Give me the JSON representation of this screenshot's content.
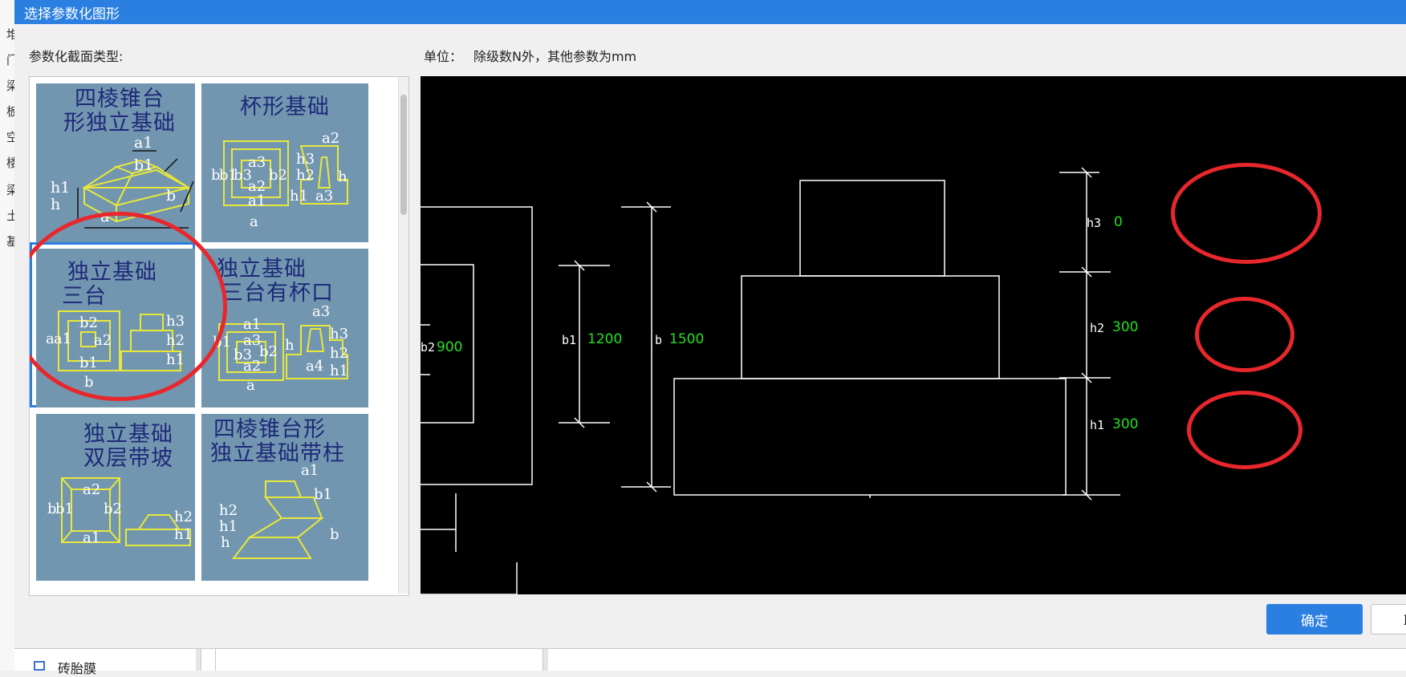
{
  "background": {
    "side_chars": [
      "堆",
      "门",
      "梁",
      "板",
      "空",
      "楼",
      "梁",
      "土",
      "基"
    ],
    "bottom_item": "砖胎膜"
  },
  "dialog": {
    "title": "选择参数化图形",
    "type_label": "参数化截面类型:",
    "unit_label": "单位：",
    "unit_value": "除级数N外，其他参数为mm"
  },
  "thumbnails": [
    {
      "title_line1": "四棱锥台",
      "title_line2": "形独立基础",
      "selected": false
    },
    {
      "title_line1": "杯形基础",
      "title_line2": "",
      "selected": false
    },
    {
      "title_line1": "独立基础",
      "title_line2": "三台",
      "selected": true
    },
    {
      "title_line1": "独立基础",
      "title_line2": "三台有杯口",
      "selected": false
    },
    {
      "title_line1": "独立基础",
      "title_line2": "双层带坡",
      "selected": false
    },
    {
      "title_line1": "四棱锥台形",
      "title_line2": "独立基础带柱",
      "selected": false
    }
  ],
  "thumb_labels": {
    "t1": [
      "a1",
      "b1",
      "h1",
      "h",
      "a",
      "b"
    ],
    "t2": [
      "a2",
      "h3",
      "b",
      "b1",
      "b3",
      "a3",
      "b2",
      "h2",
      "a2",
      "h",
      "a1",
      "h1",
      "a3",
      "a"
    ],
    "t3": [
      "b2",
      "a",
      "a1",
      "a2",
      "h3",
      "h2",
      "b1",
      "h1",
      "b"
    ],
    "t4": [
      "a1",
      "a3",
      "b1",
      "a3",
      "b3",
      "b2",
      "h",
      "h3",
      "h2",
      "a2",
      "a4",
      "h1",
      "a"
    ],
    "t5": [
      "a2",
      "b",
      "b1",
      "b2",
      "h2",
      "a1",
      "h1"
    ],
    "t6": [
      "a1",
      "b1",
      "h2",
      "h1",
      "h",
      "b"
    ]
  },
  "preview": {
    "labels": {
      "b2": "b2",
      "b2_value": "900",
      "b1": "b1",
      "b1_value": "1200",
      "b": "b",
      "b_value": "1500",
      "h3": "h3",
      "h3_value": "0",
      "h2": "h2",
      "h2_value": "300",
      "h1": "h1",
      "h1_value": "300"
    }
  },
  "buttons": {
    "ok": "确定",
    "cancel": "取"
  },
  "colors": {
    "accent": "#2b7fe0",
    "thumb_bg": "#7396b0",
    "cad_value": "#22e022",
    "annotation": "#e8272c"
  }
}
